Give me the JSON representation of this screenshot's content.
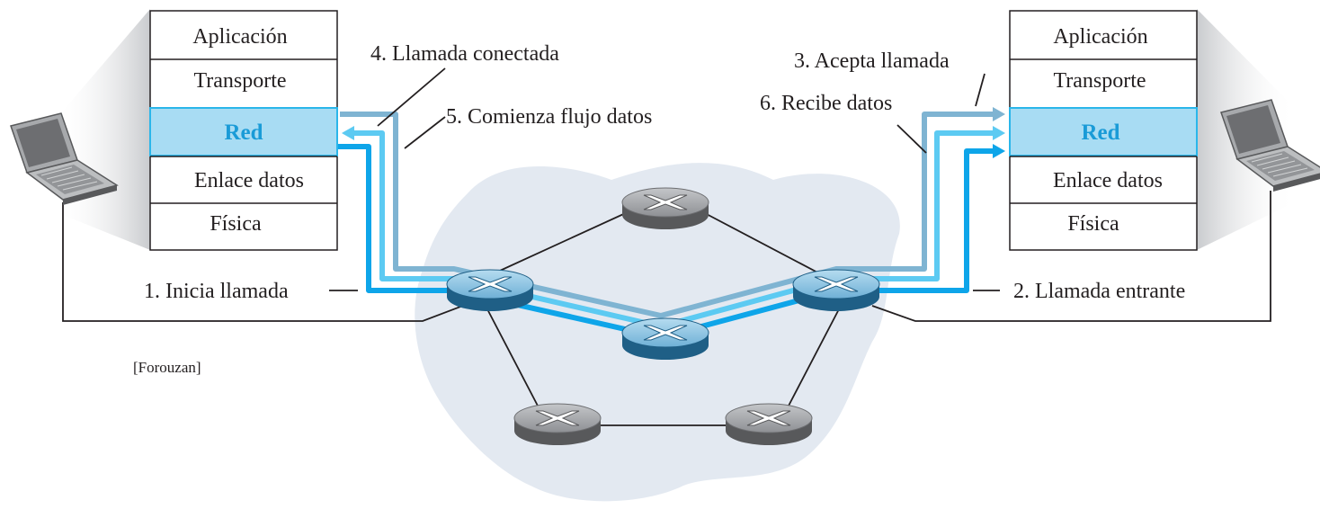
{
  "colors": {
    "cloud": "#e3e9f1",
    "path_dark": "#0ea5e9",
    "path_mid": "#5ccaf2",
    "path_light": "#7fb4d2",
    "red_layer_fill": "#a8dcf3",
    "red_layer_border": "#2ab6ea",
    "router_gray": "#a0a2a5",
    "router_blue": "#8fc5e2"
  },
  "left_stack": {
    "layers": [
      "Aplicación",
      "Transporte",
      "Red",
      "Enlace datos",
      "Física"
    ],
    "highlight": "Red"
  },
  "right_stack": {
    "layers": [
      "Aplicación",
      "Transporte",
      "Red",
      "Enlace datos",
      "Física"
    ],
    "highlight": "Red"
  },
  "labels": {
    "step1": "1. Inicia llamada",
    "step2": "2. Llamada entrante",
    "step3": "3. Acepta llamada",
    "step4": "4. Llamada conectada",
    "step5": "5. Comienza flujo datos",
    "step6": "6. Recibe datos"
  },
  "credit": "[Forouzan]",
  "icons": [
    "laptop-icon",
    "router-icon"
  ]
}
